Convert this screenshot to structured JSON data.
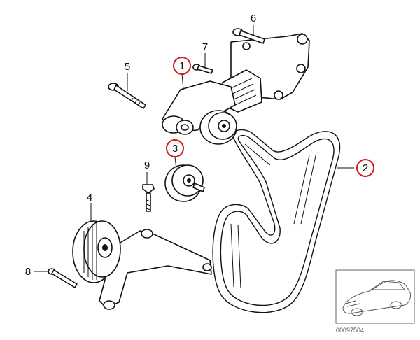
{
  "callouts": [
    {
      "id": "1",
      "label": "1",
      "highlighted": true
    },
    {
      "id": "2",
      "label": "2",
      "highlighted": true
    },
    {
      "id": "3",
      "label": "3",
      "highlighted": true
    },
    {
      "id": "4",
      "label": "4",
      "highlighted": false
    },
    {
      "id": "5",
      "label": "5",
      "highlighted": false
    },
    {
      "id": "6",
      "label": "6",
      "highlighted": false
    },
    {
      "id": "7",
      "label": "7",
      "highlighted": false
    },
    {
      "id": "8",
      "label": "8",
      "highlighted": false
    },
    {
      "id": "9",
      "label": "9",
      "highlighted": false
    }
  ],
  "reference_number": "00097504",
  "colors": {
    "highlight_ring": "#cc1b1b",
    "line": "#111111"
  }
}
